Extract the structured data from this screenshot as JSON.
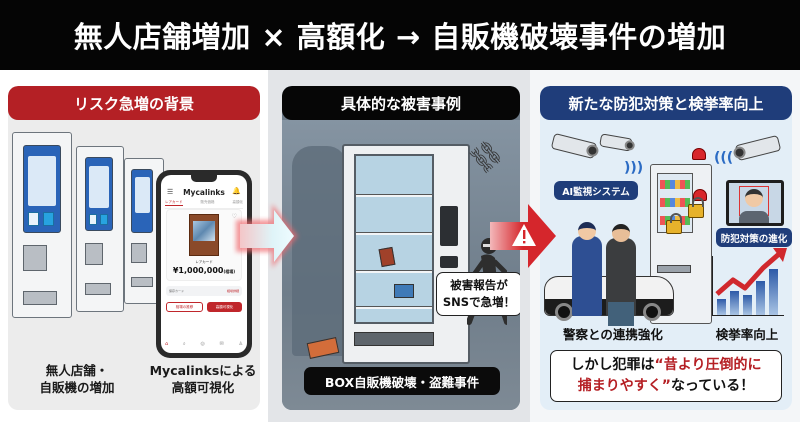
{
  "title": "無人店舗増加 × 高額化 → 自販機破壊事件の増加",
  "colors": {
    "title_bg": "#050505",
    "left_header": "#b42025",
    "mid_header": "#060606",
    "right_header": "#1f3d7a",
    "highlight_red": "#b51f24"
  },
  "panels": [
    {
      "header": "リスク急増の背景",
      "captions": [
        "無人店舗・",
        "自販機の増加",
        "Mycalinksによる",
        "高額可視化"
      ],
      "phone": {
        "app_title": "Mycalinks",
        "tabs": [
          "レアカード",
          "販売価格",
          "高額化"
        ],
        "card_label": "レアカード",
        "price": "¥1,000,000",
        "price_note": "(相場)",
        "row_left": "保存カード",
        "row_right": "相場詳細",
        "buttons": [
          "相場の推移",
          "高額可視化"
        ],
        "nav": [
          "ホーム",
          "さがす",
          "出品",
          "お知らせ",
          "マイページ"
        ]
      }
    },
    {
      "header": "具体的な被害事例",
      "bubble": [
        "被害報告が",
        "SNSで急増！"
      ],
      "label": "BOX自販機破壊・盗難事件"
    },
    {
      "header": "新たな防犯対策と検挙率向上",
      "ai_label": "AI監視システム",
      "prevention_label": "防犯対策の進化",
      "police_caption": "警察との連携強化",
      "arrest_caption": "検挙率向上",
      "note": {
        "part1": "しかし犯罪は",
        "highlight1": "“昔より圧倒的に",
        "highlight2": "捕まりやすく”",
        "part2": "なっている！"
      }
    }
  ],
  "icons": {
    "arrow_1": "right-arrow-icon",
    "arrow_2": "warning-arrow-icon",
    "chain": "broken-chain-icon",
    "warning": "warning-triangle-icon"
  }
}
